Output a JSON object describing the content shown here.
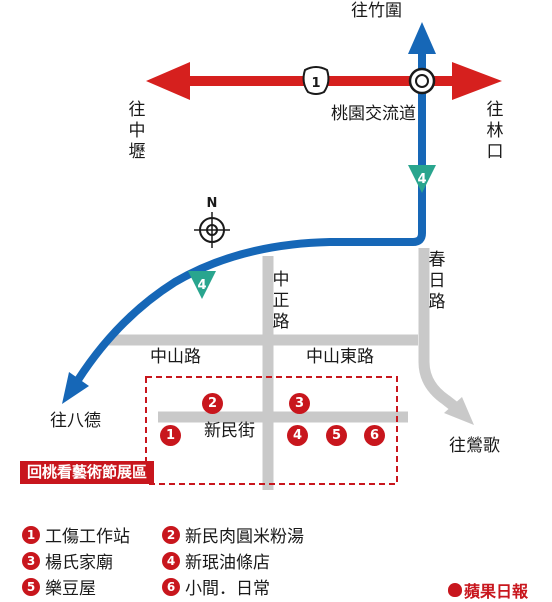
{
  "colors": {
    "highway": "#d6201e",
    "route4": "#1667b7",
    "road": "#c9c9c9",
    "marker": "#c8161d",
    "text": "#1a1a1a"
  },
  "labels": {
    "to_zhuwei": "往竹圍",
    "to_zhongli": "往中壢",
    "to_linkou": "往林口",
    "interchange": "桃園交流道",
    "to_bade": "往八德",
    "to_yingge": "往鶯歌",
    "chunri_rd": "春日路",
    "zhongzheng_rd": "中正路",
    "zhongshan_rd": "中山路",
    "zhongshan_e_rd": "中山東路",
    "xinmin_st": "新民街",
    "area_title": "回桃看藝術節展區",
    "north": "N",
    "highway_no": "1",
    "route_no": "4"
  },
  "map_markers": [
    "1",
    "2",
    "3",
    "4",
    "5",
    "6"
  ],
  "legend": [
    {
      "num": "1",
      "name": "工傷工作站"
    },
    {
      "num": "2",
      "name": "新民肉圓米粉湯"
    },
    {
      "num": "3",
      "name": "楊氏家廟"
    },
    {
      "num": "4",
      "name": "新珉油條店"
    },
    {
      "num": "5",
      "name": "樂豆屋"
    },
    {
      "num": "6",
      "name": "小間．日常"
    }
  ],
  "logo_text": "蘋果日報"
}
